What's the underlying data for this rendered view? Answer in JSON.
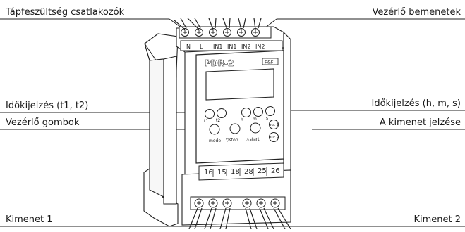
{
  "labels": {
    "top_left": "Tápfeszültség csatlakozók",
    "top_right": "Vezérlő bemenetek",
    "left_1": "Időkijelzés (t1, t2)",
    "left_2": "Vezérlő gombok",
    "right_1": "Időkijelzés (h, m, s)",
    "right_2": "A kimenet jelzése",
    "bottom_left": "Kimenet 1",
    "bottom_right": "Kimenet 2"
  },
  "device": {
    "model": "PDR-2",
    "brand": "F&F",
    "top_terminal_labels": [
      "N",
      "L",
      "IN1",
      "IN1",
      "IN2",
      "IN2"
    ],
    "bottom_terminal_numbers": [
      "16",
      "15",
      "18",
      "28",
      "25",
      "26"
    ],
    "button_labels": {
      "t1": "t1",
      "t2": "t2",
      "h": "h",
      "m": "m",
      "s": "s",
      "out1": "out 1",
      "out2": "out 2",
      "mode": "mode",
      "stop": "▽stop",
      "start": "△start"
    }
  }
}
